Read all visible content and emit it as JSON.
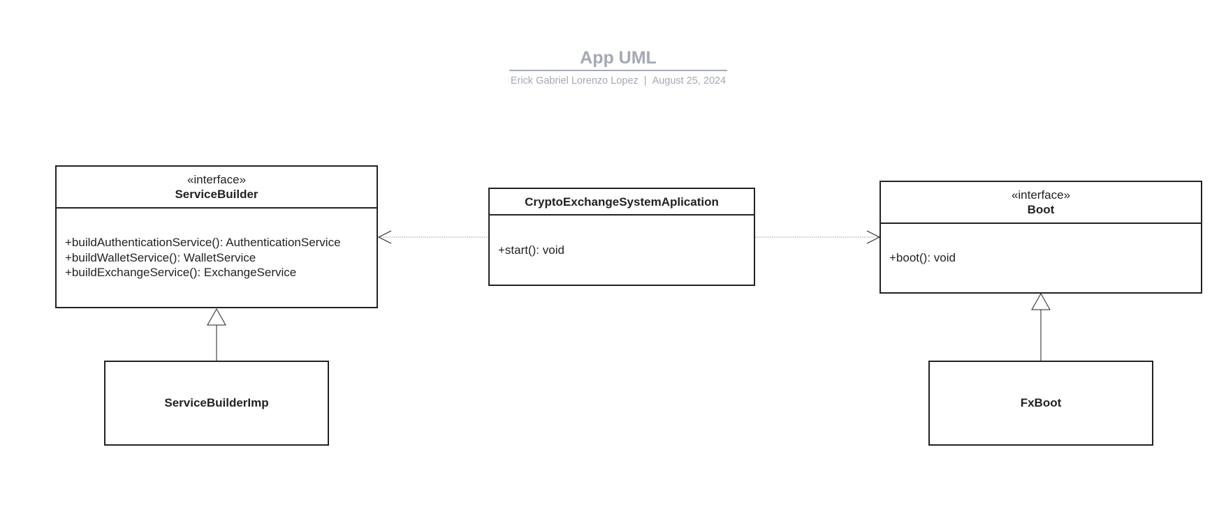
{
  "header": {
    "title": "App UML",
    "author": "Erick Gabriel Lorenzo Lopez",
    "separator": "|",
    "date": "August 25, 2024"
  },
  "classes": {
    "service_builder": {
      "stereotype": "«interface»",
      "name": "ServiceBuilder",
      "operations": [
        "+buildAuthenticationService(): AuthenticationService",
        "+buildWalletService(): WalletService",
        "+buildExchangeService(): ExchangeService"
      ]
    },
    "crypto_app": {
      "name": "CryptoExchangeSystemAplication",
      "operations": [
        "+start(): void"
      ]
    },
    "boot": {
      "stereotype": "«interface»",
      "name": "Boot",
      "operations": [
        "+boot(): void"
      ]
    },
    "service_builder_imp": {
      "name": "ServiceBuilderImp"
    },
    "fx_boot": {
      "name": "FxBoot"
    }
  },
  "relationships": [
    {
      "type": "dependency",
      "from": "CryptoExchangeSystemAplication",
      "to": "ServiceBuilder"
    },
    {
      "type": "dependency",
      "from": "CryptoExchangeSystemAplication",
      "to": "Boot"
    },
    {
      "type": "realization",
      "from": "ServiceBuilderImp",
      "to": "ServiceBuilder"
    },
    {
      "type": "realization",
      "from": "FxBoot",
      "to": "Boot"
    }
  ],
  "colors": {
    "line": "#222222",
    "title": "#a4a9b4",
    "dependency_line": "#9a9a9a"
  }
}
